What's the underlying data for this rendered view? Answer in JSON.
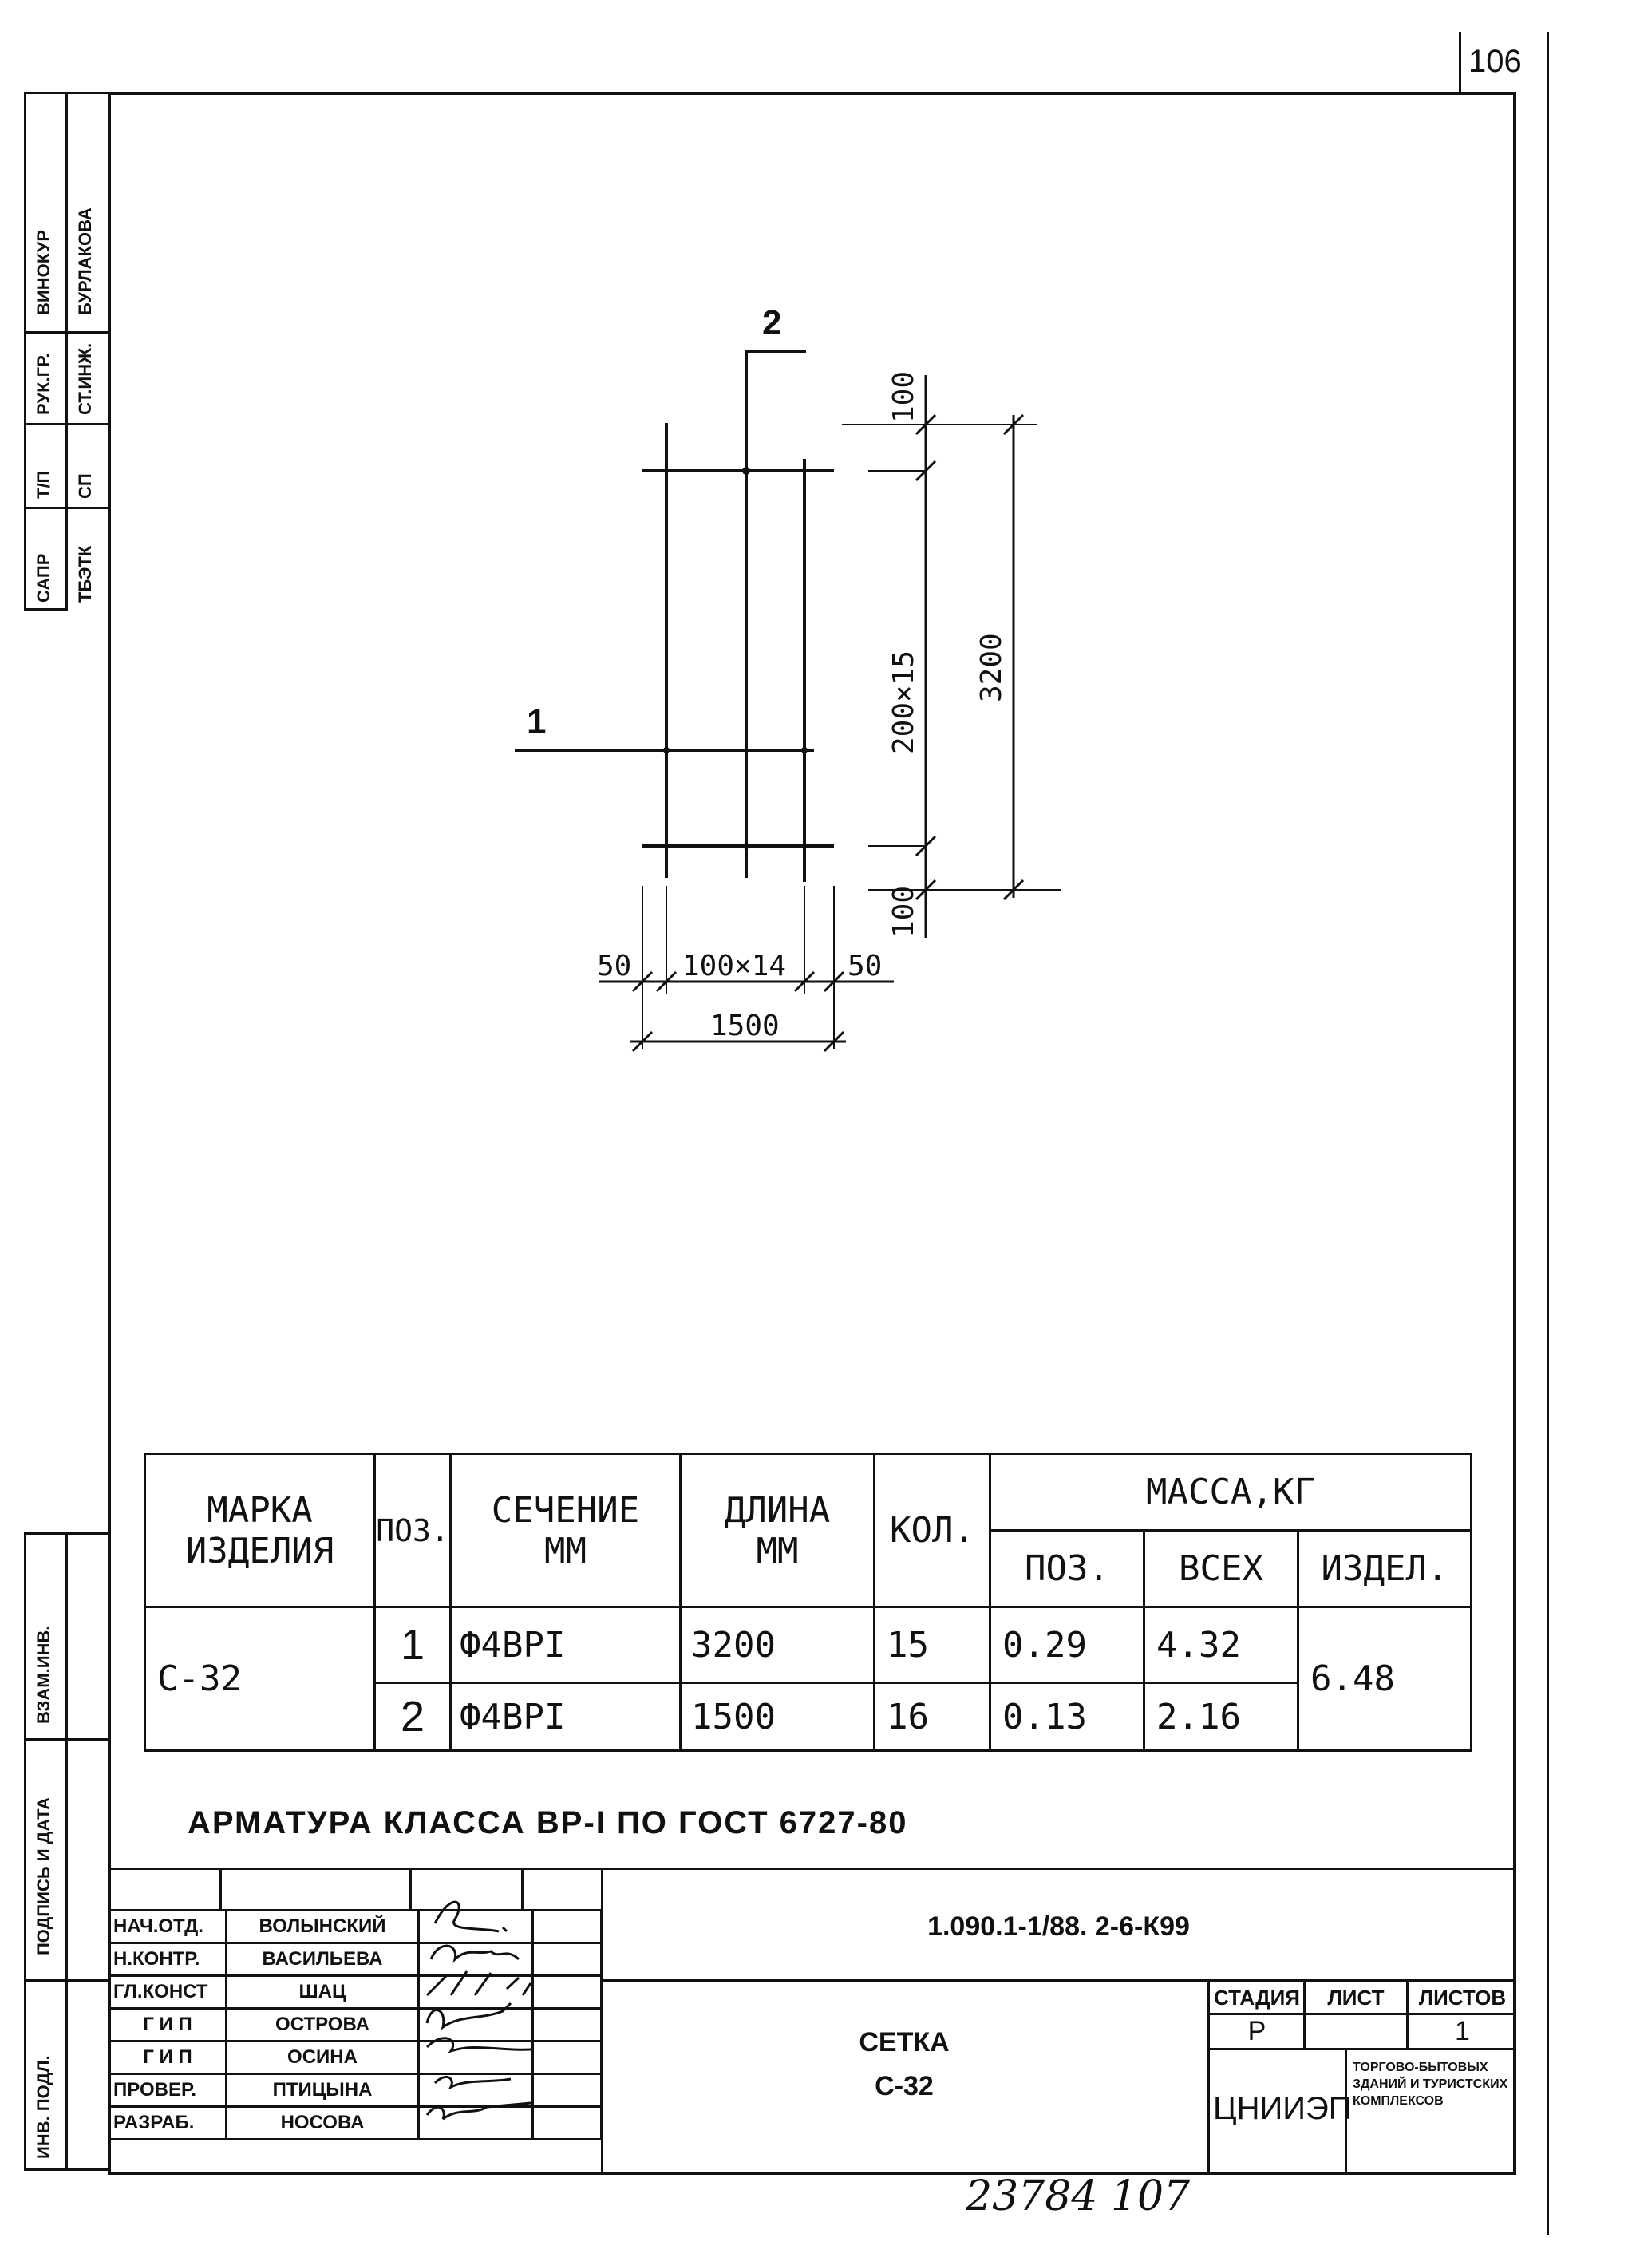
{
  "sheet_number": "106",
  "side_stamp_top": {
    "headers": [
      "САПР",
      "Т/П",
      "РУК.ГР.",
      "ВИНОКУР"
    ],
    "values": [
      "ТБЭТК",
      "СП",
      "СТ.ИНЖ.",
      "БУРЛАКОВА"
    ]
  },
  "side_stamp_bottom": [
    "ИНВ. ПОДЛ.",
    "ПОДПИСЬ И ДАТА",
    "ВЗАМ.ИНВ."
  ],
  "drawing": {
    "pos_label_1": "1",
    "pos_label_2": "2",
    "dim_top_100": "100",
    "dim_200x15": "200×15",
    "dim_3200": "3200",
    "dim_bottom_100": "100",
    "dim_50_left": "50",
    "dim_100x14": "100×14",
    "dim_50_right": "50",
    "dim_1500": "1500"
  },
  "spec_table": {
    "headers": {
      "mark": "МАРКА ИЗДЕЛИЯ",
      "mark_line1": "МАРКА",
      "mark_line2": "ИЗДЕЛИЯ",
      "pos": "ПОЗ.",
      "section_line1": "СЕЧЕНИЕ",
      "section_line2": "ММ",
      "length_line1": "ДЛИНА",
      "length_line2": "ММ",
      "qty": "КОЛ.",
      "mass": "МАССА,КГ",
      "mass_pos": "ПОЗ.",
      "mass_all": "ВСЕХ",
      "mass_item": "ИЗДЕЛ."
    },
    "mark_value": "С-32",
    "item_mass": "6.48",
    "rows": [
      {
        "pos": "1",
        "section": "Ф4ВРI",
        "length": "3200",
        "qty": "15",
        "mass_pos": "0.29",
        "mass_all": "4.32"
      },
      {
        "pos": "2",
        "section": "Ф4ВРI",
        "length": "1500",
        "qty": "16",
        "mass_pos": "0.13",
        "mass_all": "2.16"
      }
    ]
  },
  "note": "АРМАТУРА КЛАССА ВР-I ПО ГОСТ 6727-80",
  "title_block": {
    "doc_code": "1.090.1-1/88. 2-6-К99",
    "title_line1": "СЕТКА",
    "title_line2": "С-32",
    "stage_label": "СТАДИЯ",
    "sheet_label": "ЛИСТ",
    "sheets_label": "ЛИСТОВ",
    "stage_value": "Р",
    "sheet_value": "",
    "sheets_value": "1",
    "org": "ЦНИИЭП",
    "org_note": "ТОРГОВО-БЫТОВЫХ ЗДАНИЙ И ТУРИСТСКИХ КОМПЛЕКСОВ",
    "signers": [
      {
        "role": "НАЧ.ОТД.",
        "name": "ВОЛЫНСКИЙ"
      },
      {
        "role": "Н.КОНТР.",
        "name": "ВАСИЛЬЕВА"
      },
      {
        "role": "ГЛ.КОНСТ",
        "name": "ШАЦ"
      },
      {
        "role": "Г И П",
        "name": "ОСТРОВА"
      },
      {
        "role": "Г И П",
        "name": "ОСИНА"
      },
      {
        "role": "ПРОВЕР.",
        "name": "ПТИЦЫНА"
      },
      {
        "role": "РАЗРАБ.",
        "name": "НОСОВА"
      }
    ]
  },
  "handwritten_bottom": "23784 107"
}
